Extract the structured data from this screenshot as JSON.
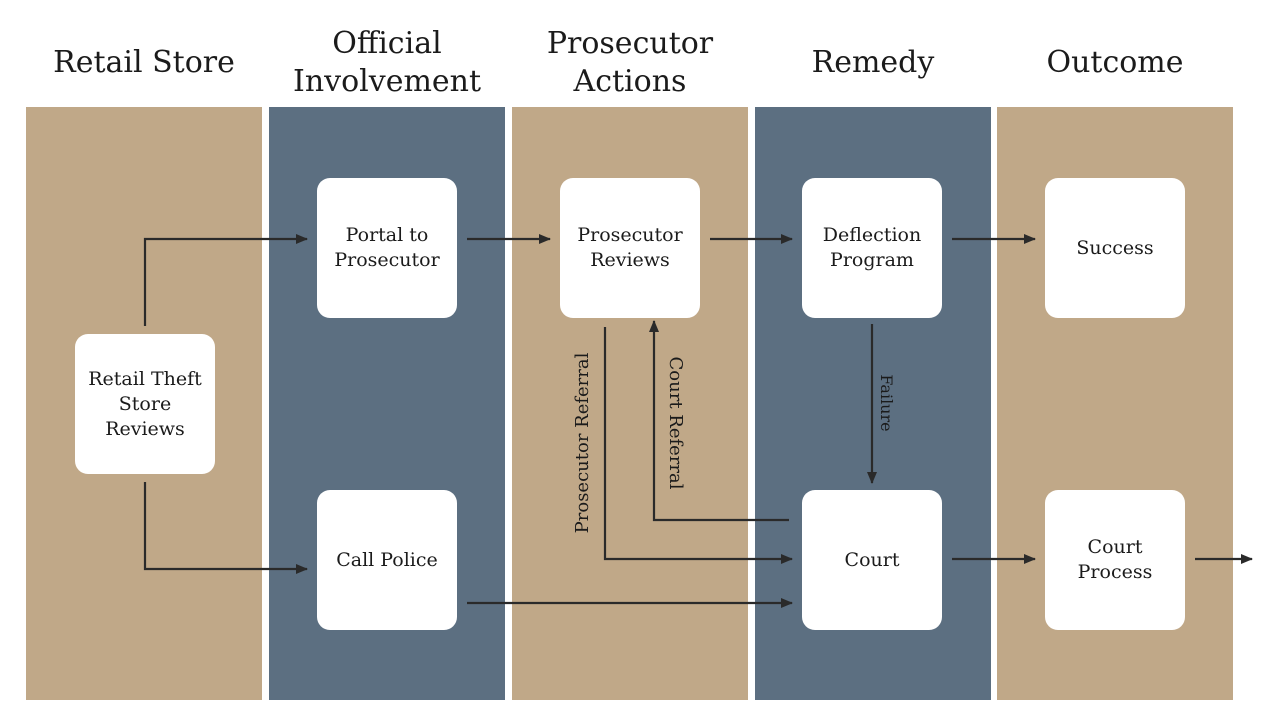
{
  "lanes": [
    {
      "title": "Retail Store",
      "color": "#c0a888"
    },
    {
      "title": "Official\nInvolvement",
      "color": "#5c6f81"
    },
    {
      "title": "Prosecutor\nActions",
      "color": "#c0a888"
    },
    {
      "title": "Remedy",
      "color": "#5c6f81"
    },
    {
      "title": "Outcome",
      "color": "#c0a888"
    }
  ],
  "nodes": {
    "retail_theft": "Retail Theft\nStore Reviews",
    "portal": "Portal to\nProsecutor",
    "call_police": "Call Police",
    "prosecutor_reviews": "Prosecutor\nReviews",
    "deflection": "Deflection\nProgram",
    "court": "Court",
    "success": "Success",
    "court_process": "Court Process"
  },
  "edge_labels": {
    "prosecutor_referral": "Prosecutor Referral",
    "court_referral": "Court Referral",
    "failure": "Failure"
  }
}
